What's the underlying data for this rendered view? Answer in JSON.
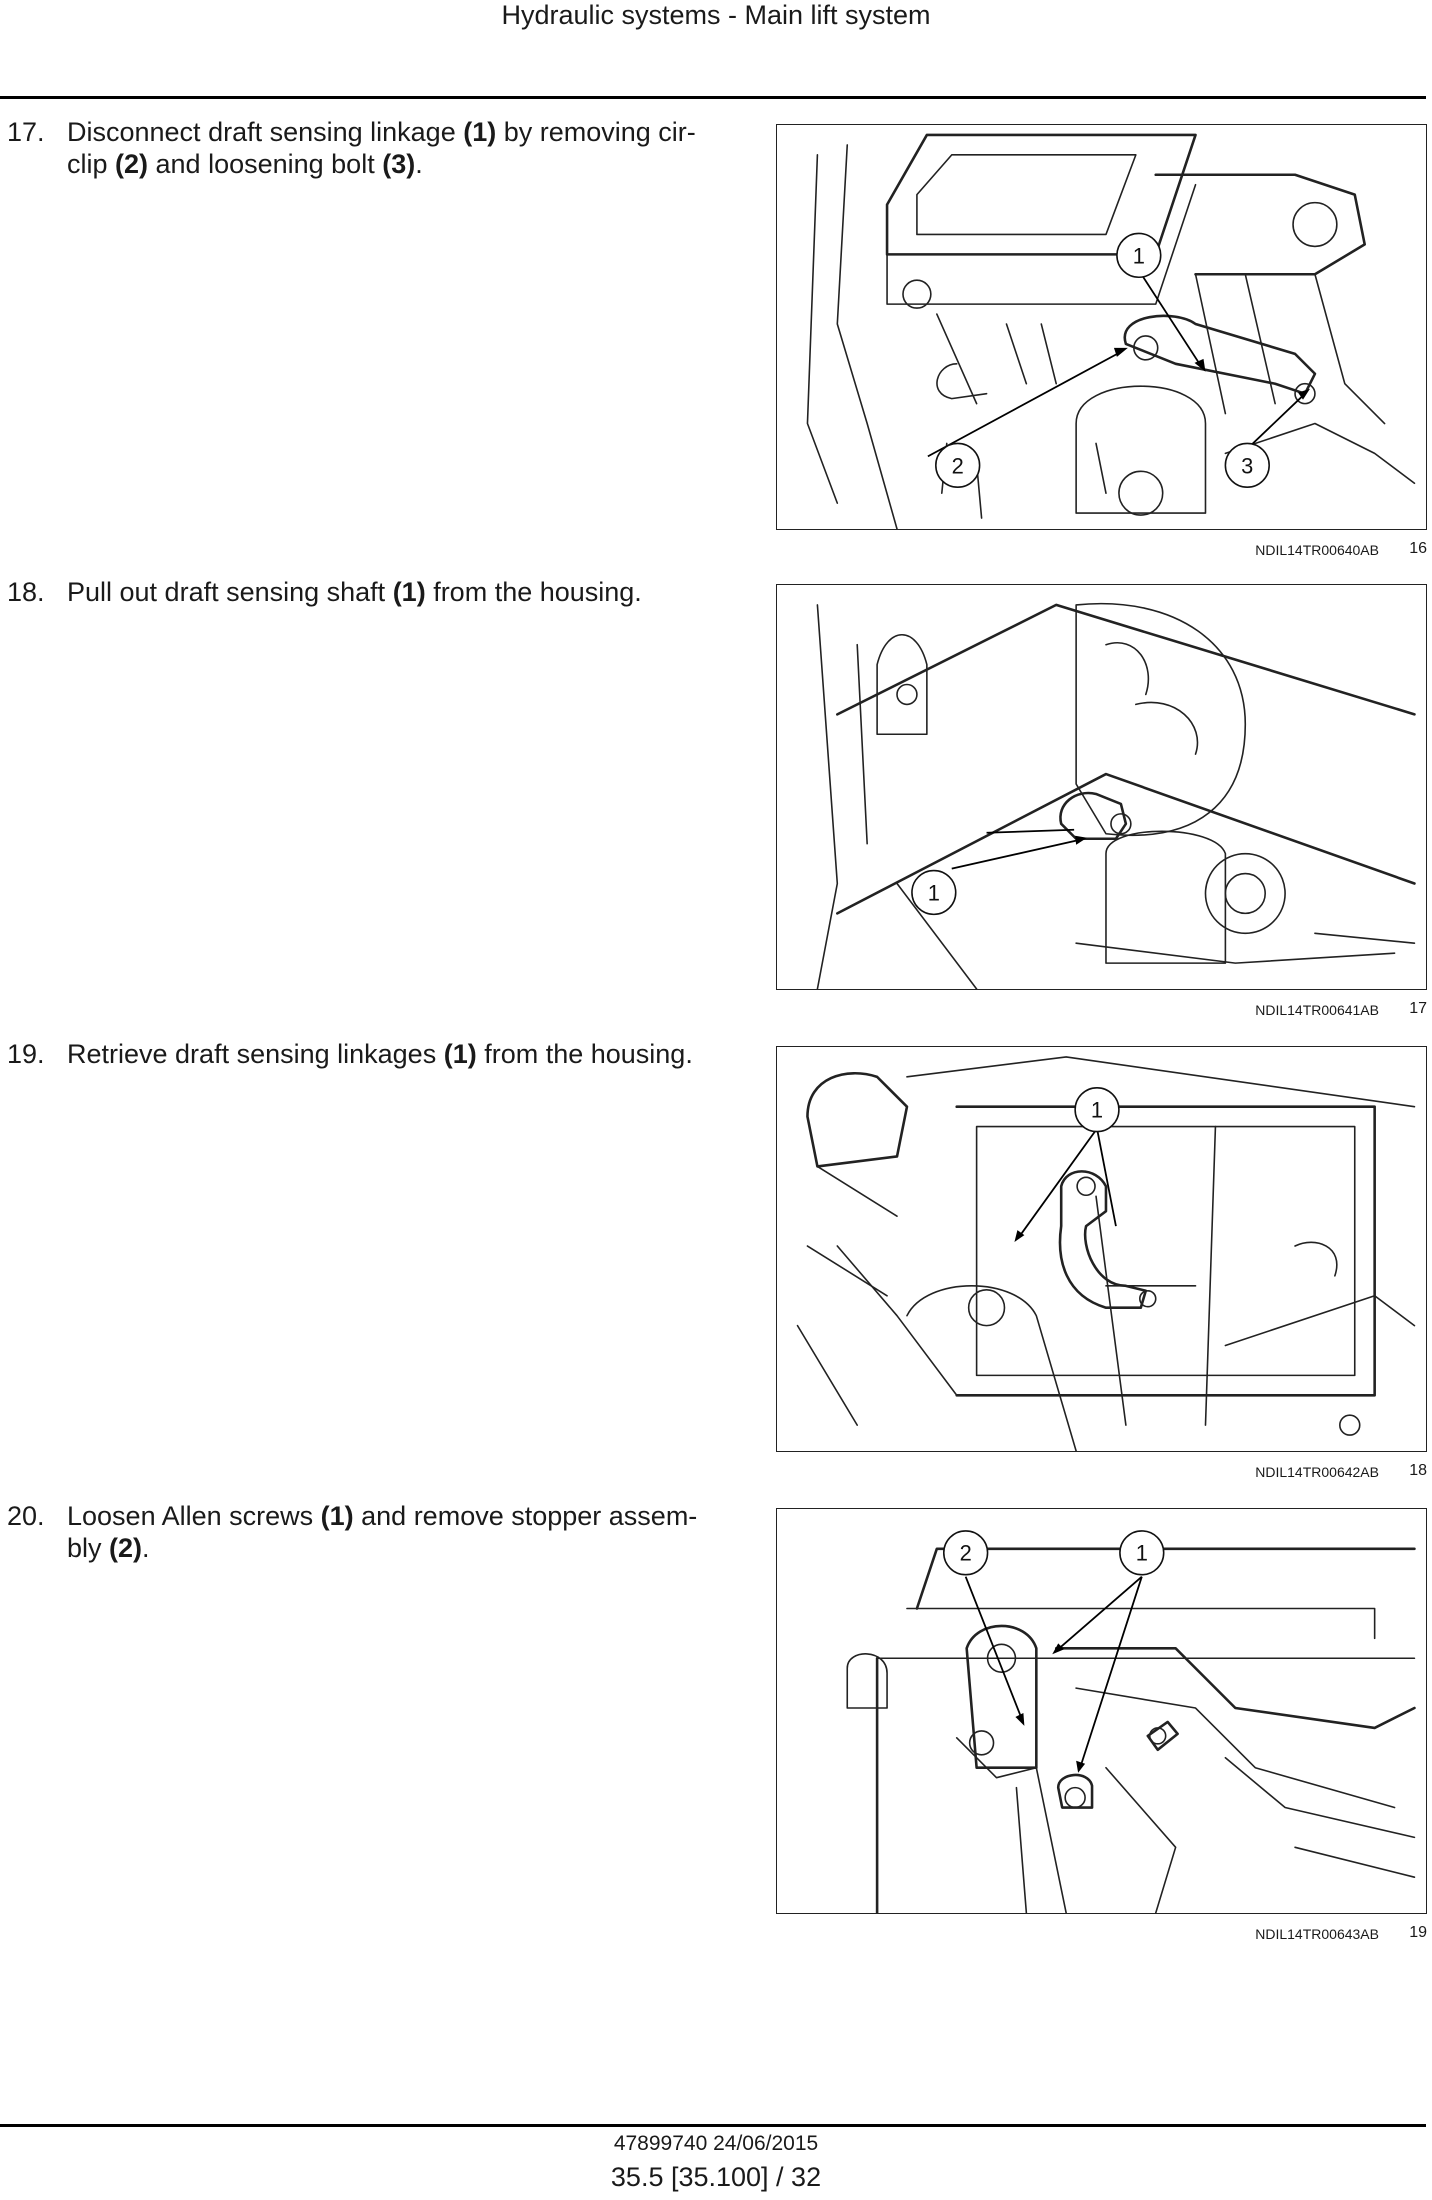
{
  "header": {
    "title": "Hydraulic systems - Main lift system"
  },
  "steps": [
    {
      "number": "17.",
      "parts": [
        "Disconnect draft sensing linkage ",
        "(1)",
        " by removing cir-",
        "clip ",
        "(2)",
        " and loosening bolt ",
        "(3)",
        "."
      ],
      "figure": {
        "code": "NDIL14TR00640AB",
        "number": "16",
        "callouts": [
          "1",
          "2",
          "3"
        ]
      }
    },
    {
      "number": "18.",
      "parts": [
        "Pull out draft sensing shaft ",
        "(1)",
        " from the housing."
      ],
      "figure": {
        "code": "NDIL14TR00641AB",
        "number": "17",
        "callouts": [
          "1"
        ]
      }
    },
    {
      "number": "19.",
      "parts": [
        "Retrieve draft sensing linkages ",
        "(1)",
        " from the housing."
      ],
      "figure": {
        "code": "NDIL14TR00642AB",
        "number": "18",
        "callouts": [
          "1"
        ]
      }
    },
    {
      "number": "20.",
      "parts": [
        "Loosen Allen screws ",
        "(1)",
        " and remove stopper assem-",
        "bly ",
        "(2)",
        "."
      ],
      "figure": {
        "code": "NDIL14TR00643AB",
        "number": "19",
        "callouts": [
          "2",
          "1"
        ]
      }
    }
  ],
  "footer": {
    "doc_ref": "47899740 24/06/2015",
    "page": "35.5 [35.100] / 32"
  }
}
